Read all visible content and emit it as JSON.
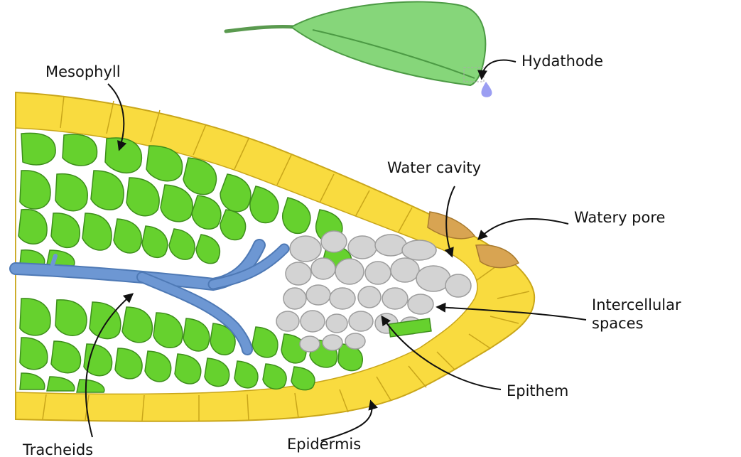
{
  "labels": {
    "hydathode": "Hydathode",
    "mesophyll": "Mesophyll",
    "water_cavity": "Water cavity",
    "watery_pore": "Watery pore",
    "intercellular_line1": "Intercellular",
    "intercellular_line2": "spaces",
    "epithem": "Epithem",
    "epidermis": "Epidermis",
    "tracheids": "Tracheids"
  },
  "colors": {
    "epidermis": "#f9db3f",
    "mesophyll": "#66d12e",
    "epithem": "#d3d3d3",
    "tracheid": "#6d97d3",
    "pore": "#d8a452",
    "leaf": "#86d67a",
    "droplet": "#9b9ef2",
    "outline": "#555555"
  }
}
